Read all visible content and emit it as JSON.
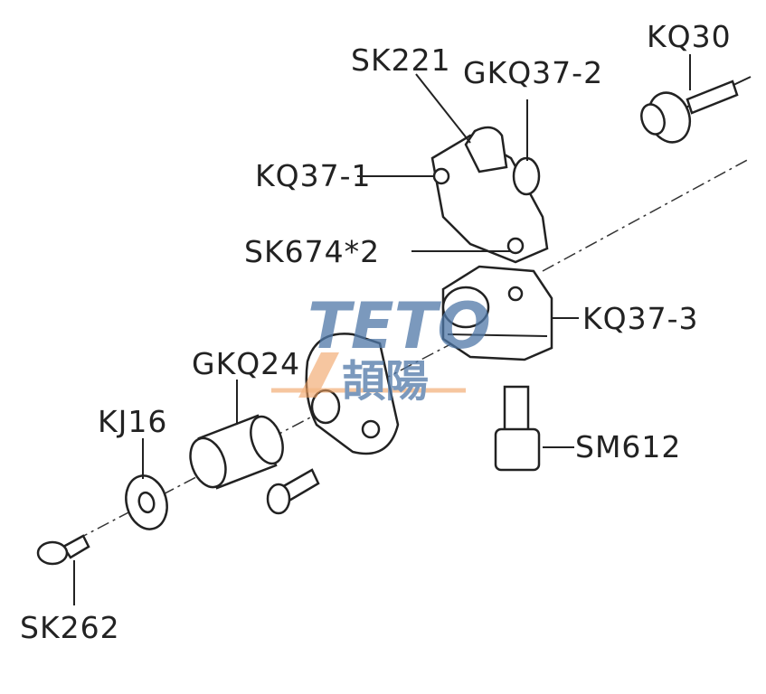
{
  "diagram": {
    "labels": {
      "sk221": "SK221",
      "gkq37_2": "GKQ37-2",
      "kq30": "KQ30",
      "kq37_1": "KQ37-1",
      "sk674": "SK674*2",
      "kq37_3": "KQ37-3",
      "gkq24": "GKQ24",
      "kj16": "KJ16",
      "sm612": "SM612",
      "sk262": "SK262"
    },
    "watermark": {
      "logo_text": "TETO",
      "chinese_text": "頡陽",
      "color_blue": "#4f78a8",
      "color_orange": "#f0a060"
    }
  }
}
